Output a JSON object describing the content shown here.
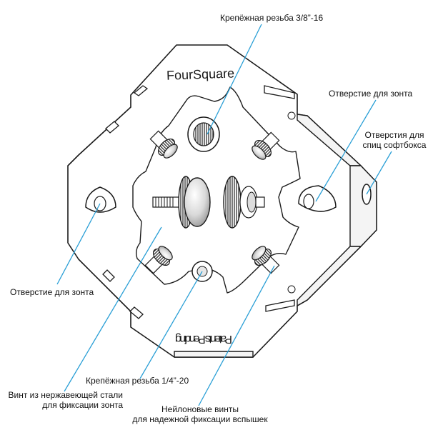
{
  "diagram": {
    "brand_top": "FourSquare",
    "brand_bottom": "Patents Pending",
    "callouts": {
      "thread_3_8": "Крепёжная резьба 3/8”-16",
      "umbrella_hole_right": "Отверстие для зонта",
      "softbox_holes_line1": "Отверстия для",
      "softbox_holes_line2": "спиц софтбокса",
      "umbrella_hole_left": "Отверстие для зонта",
      "thread_1_4": "Крепёжная резьба 1/4”-20",
      "steel_screw_line1": "Винт из нержавеющей стали",
      "steel_screw_line2": "для фиксации зонта",
      "nylon_screws_line1": "Нейлоновые винты",
      "nylon_screws_line2": "для надежной фиксации вспышек"
    },
    "colors": {
      "line": "#1a1a1a",
      "leader": "#2a9fd6",
      "fill": "#ffffff",
      "shade": "#d8d8d8"
    }
  }
}
